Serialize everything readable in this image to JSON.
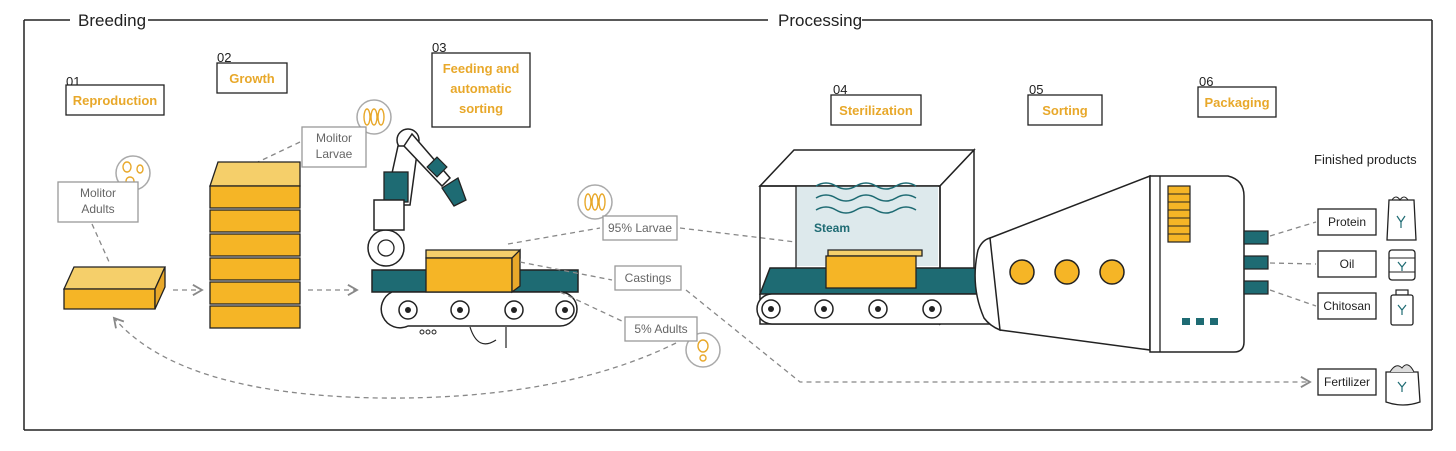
{
  "sections": {
    "breeding": "Breeding",
    "processing": "Processing"
  },
  "stages": [
    {
      "num": "01",
      "label": "Reproduction"
    },
    {
      "num": "02",
      "label": "Growth"
    },
    {
      "num": "03",
      "label": "Feeding and automatic sorting"
    },
    {
      "num": "04",
      "label": "Sterilization"
    },
    {
      "num": "05",
      "label": "Sorting"
    },
    {
      "num": "06",
      "label": "Packaging"
    }
  ],
  "feeding_lines": [
    "Feeding and",
    "automatic",
    "sorting"
  ],
  "labels": {
    "molitor_adults": [
      "Molitor",
      "Adults"
    ],
    "molitor_larvae": [
      "Molitor",
      "Larvae"
    ],
    "larvae_95": "95% Larvae",
    "castings": "Castings",
    "adults_5": "5% Adults",
    "steam": "Steam"
  },
  "finished_products": {
    "title": "Finished products",
    "items": [
      "Protein",
      "Oil",
      "Chitosan"
    ],
    "fertilizer": "Fertilizer"
  },
  "colors": {
    "accent": "#f5b526",
    "teal": "#1e6b73",
    "outline": "#222222",
    "gray": "#888888"
  }
}
